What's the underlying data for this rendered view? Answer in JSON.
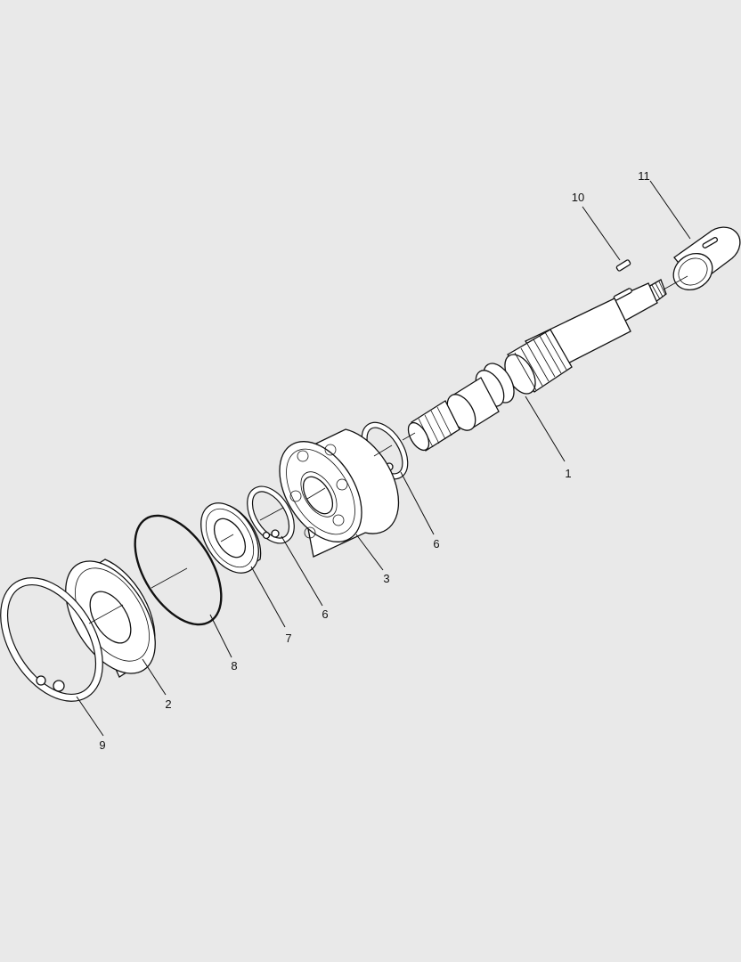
{
  "diagram": {
    "background": "#e9e9e9",
    "line_color": "#111111",
    "callouts": [
      {
        "id": "1",
        "label": "1"
      },
      {
        "id": "2",
        "label": "2"
      },
      {
        "id": "3",
        "label": "3"
      },
      {
        "id": "6a",
        "label": "6"
      },
      {
        "id": "6b",
        "label": "6"
      },
      {
        "id": "7",
        "label": "7"
      },
      {
        "id": "8",
        "label": "8"
      },
      {
        "id": "9",
        "label": "9"
      },
      {
        "id": "10",
        "label": "10"
      },
      {
        "id": "11",
        "label": "11"
      }
    ]
  }
}
